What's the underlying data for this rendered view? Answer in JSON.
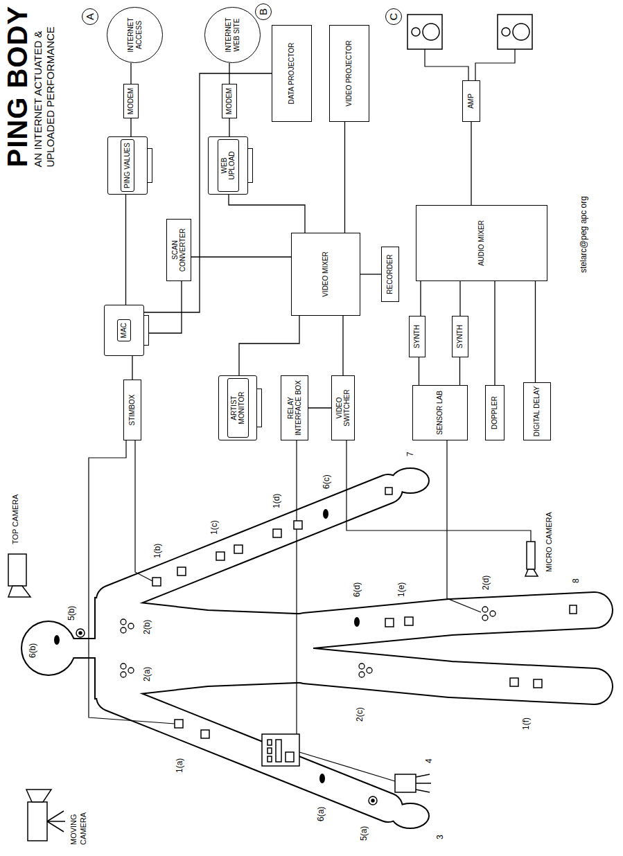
{
  "diagram": {
    "title": "PING BODY",
    "nodes": [
      {
        "text": [
          "STIMBOX"
        ]
      },
      {
        "text": [
          "MAC"
        ]
      },
      {
        "text": [
          "PING VALUES"
        ]
      },
      {
        "text": [
          "MODEM"
        ]
      },
      {
        "text": [
          "INTERNET ACCESS"
        ]
      },
      {
        "text": [
          "SCAN CONVERTER"
        ]
      },
      {
        "text": [
          "WEB UPLOAD"
        ]
      },
      {
        "text": [
          "MODEM"
        ]
      },
      {
        "text": [
          "INTERNET WEB SITE"
        ]
      },
      {
        "text": [
          "ARTIST MONITOR"
        ]
      },
      {
        "text": [
          "DATA PROJECTOR"
        ]
      },
      {
        "text": [
          "RELAY INTERFACE BOX"
        ]
      },
      {
        "text": [
          "VIDEO MIXER"
        ]
      },
      {
        "text": [
          "VIDEO SWITCHER"
        ]
      },
      {
        "text": [
          "VIDEO PROJECTOR"
        ]
      },
      {
        "text": [
          "RECORDER"
        ]
      },
      {
        "text": [
          "SENSOR LAB"
        ]
      },
      {
        "text": [
          "SYNTH"
        ]
      },
      {
        "text": [
          "SYNTH"
        ]
      },
      {
        "text": [
          "AUDIO MIXER"
        ]
      },
      {
        "text": [
          "AMP"
        ]
      },
      {
        "text": [
          "DOPPLER"
        ]
      },
      {
        "text": [
          "DIGITAL DELAY"
        ]
      }
    ],
    "edges": [
      {
        "from": 0,
        "to": 1,
        "arrow": "none"
      },
      {
        "from": 1,
        "to": 2,
        "arrow": "none"
      },
      {
        "from": 2,
        "to": 3,
        "arrow": "none"
      },
      {
        "from": 3,
        "to": 4,
        "arrow": "none"
      },
      {
        "from": 1,
        "to": 5,
        "arrow": "none"
      },
      {
        "from": 1,
        "to": 10,
        "arrow": "none"
      },
      {
        "from": 5,
        "to": 12,
        "arrow": "none"
      },
      {
        "from": 6,
        "to": 7,
        "arrow": "none"
      },
      {
        "from": 7,
        "to": 8,
        "arrow": "none"
      },
      {
        "from": 12,
        "to": 6,
        "arrow": "none"
      },
      {
        "from": 12,
        "to": 14,
        "arrow": "none"
      },
      {
        "from": 12,
        "to": 15,
        "arrow": "none"
      },
      {
        "from": 13,
        "to": 12,
        "arrow": "none"
      },
      {
        "from": 11,
        "to": 13,
        "arrow": "none"
      },
      {
        "from": 9,
        "to": 12,
        "arrow": "none"
      },
      {
        "from": 16,
        "to": 17,
        "arrow": "none"
      },
      {
        "from": 16,
        "to": 18,
        "arrow": "none"
      },
      {
        "from": 17,
        "to": 19,
        "arrow": "none"
      },
      {
        "from": 18,
        "to": 19,
        "arrow": "none"
      },
      {
        "from": 19,
        "to": 20,
        "arrow": "none"
      },
      {
        "from": 21,
        "to": 19,
        "arrow": "none"
      },
      {
        "from": 22,
        "to": 19,
        "arrow": "none"
      }
    ],
    "labels": [
      "AN INTERNET ACTUATED & UPLOADED PERFORMANCE",
      "A",
      "B",
      "C",
      "TOP CAMERA",
      "MOVING CAMERA",
      "6(b)",
      "5(b)",
      "1(a)",
      "1(b)",
      "2(a)",
      "2(b)",
      "1(c)",
      "1(d)",
      "6(a)",
      "6(c)",
      "5(a)",
      "7",
      "3",
      "4",
      "6(d)",
      "2(c)",
      "1(e)",
      "2(d)",
      "1(f)",
      "8",
      "MICRO CAMERA",
      "stelarc@peg apc org"
    ]
  }
}
